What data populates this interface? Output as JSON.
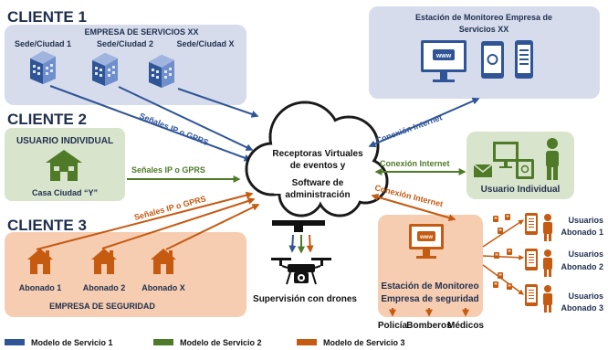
{
  "clients": {
    "c1": {
      "title": "CLIENTE 1",
      "company": "EMPRESA DE SERVICIOS XX",
      "sites": [
        "Sede/Ciudad 1",
        "Sede/Ciudad 2",
        "Sede/Ciudad X"
      ]
    },
    "c2": {
      "title": "CLIENTE 2",
      "subtitle": "USUARIO INDIVIDUAL",
      "house": "Casa Ciudad “Y”"
    },
    "c3": {
      "title": "CLIENTE 3",
      "subscribers": [
        "Abonado 1",
        "Abonado 2",
        "Abonado X"
      ],
      "company": "EMPRESA DE SEGURIDAD"
    }
  },
  "signals": {
    "c1": "Señales IP o GPRS",
    "c2": "Señales IP o GPRS",
    "c3": "Señales IP o GPRS"
  },
  "cloud": {
    "line1": "Receptoras Virtuales",
    "line2": "de eventos y",
    "line3": "Software de",
    "line4": "administración"
  },
  "drones": {
    "label": "Supervisión con drones"
  },
  "internet": {
    "top": "Conexión Internet",
    "mid": "Conexión Internet",
    "bottom": "Conexión Internet"
  },
  "station_xx": {
    "line1": "Estación de Monitoreo Empresa de",
    "line2": "Servicios XX",
    "www": "www"
  },
  "individual_user": {
    "label": "Usuario Individual"
  },
  "station_security": {
    "line1": "Estación de Monitoreo",
    "line2": "Empresa de seguridad",
    "www": "www"
  },
  "responders": [
    "Policía",
    "Bomberos",
    "Médicos"
  ],
  "users": [
    {
      "line1": "Usuarios",
      "line2": "Abonado 1"
    },
    {
      "line1": "Usuarios",
      "line2": "Abonado 2"
    },
    {
      "line1": "Usuarios",
      "line2": "Abonado 3"
    }
  ],
  "legend": [
    {
      "label": "Modelo de Servicio 1",
      "color": "#2f5597"
    },
    {
      "label": "Modelo de Servicio 2",
      "color": "#4f7a28"
    },
    {
      "label": "Modelo de Servicio 3",
      "color": "#c55a11"
    }
  ],
  "colors": {
    "blue": "#2f5597",
    "green": "#4f7a28",
    "orange": "#c55a11",
    "blue_panel": "#d6dcec",
    "green_panel": "#d9e4cc",
    "orange_panel": "#f6cdb0"
  }
}
